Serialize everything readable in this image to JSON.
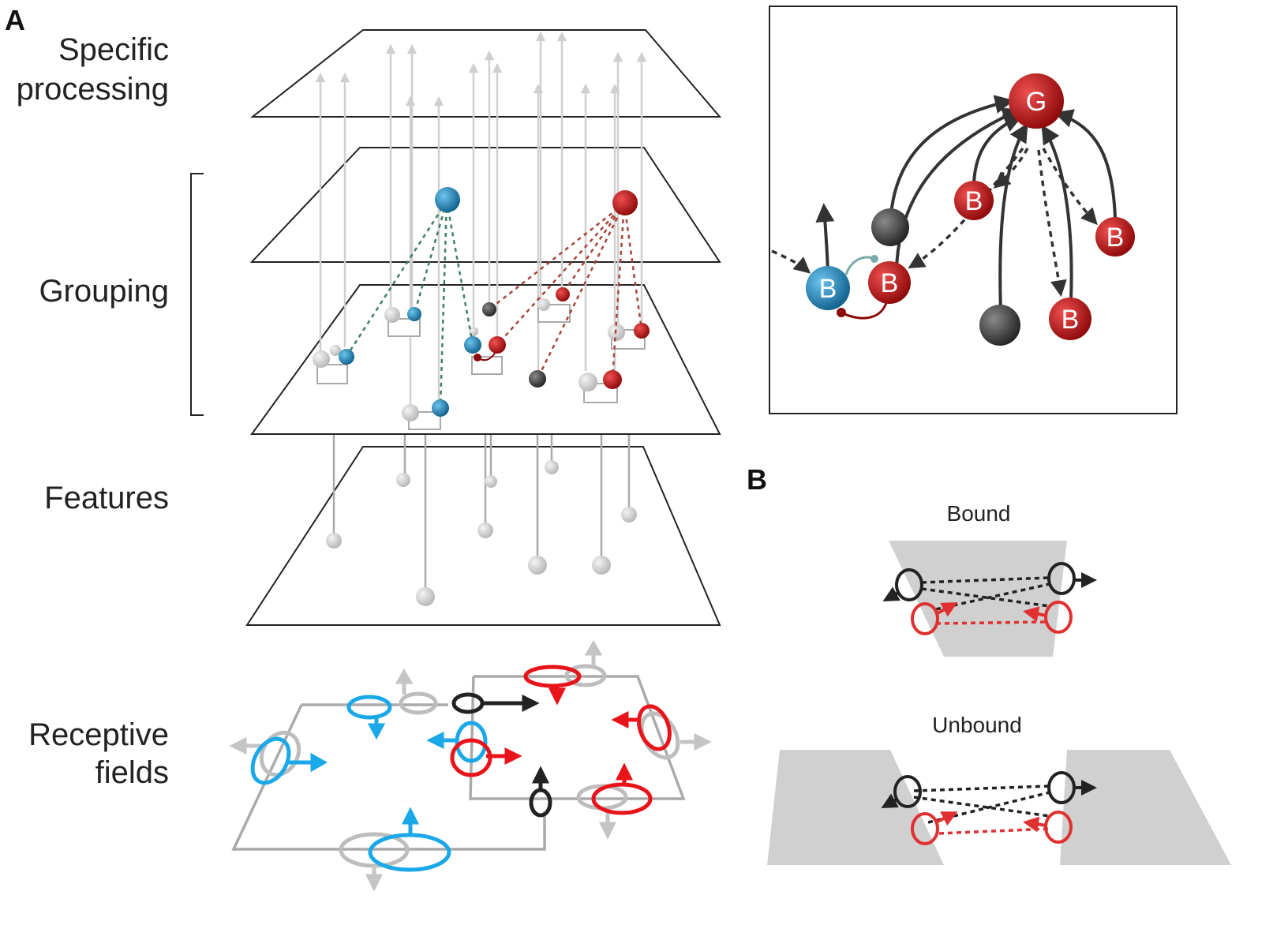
{
  "panel_a": {
    "letter": "A",
    "layers": {
      "specific": [
        "Specific",
        "processing"
      ],
      "grouping": "Grouping",
      "features": "Features",
      "receptive": [
        "Receptive",
        "fields"
      ]
    },
    "inset": {
      "global_node": "G",
      "binding_node": "B"
    }
  },
  "panel_b": {
    "letter": "B",
    "bound_title": "Bound",
    "unbound_title": "Unbound"
  },
  "colors": {
    "blue": "#1e7fb3",
    "red": "#c8141e",
    "dark": "#333333",
    "grey": "#bcbcbc",
    "rf_blue": "#1aa8e8",
    "rf_red": "#e8141a",
    "green_dashed": "#3f7f62",
    "red_dashed": "#a8443a"
  }
}
